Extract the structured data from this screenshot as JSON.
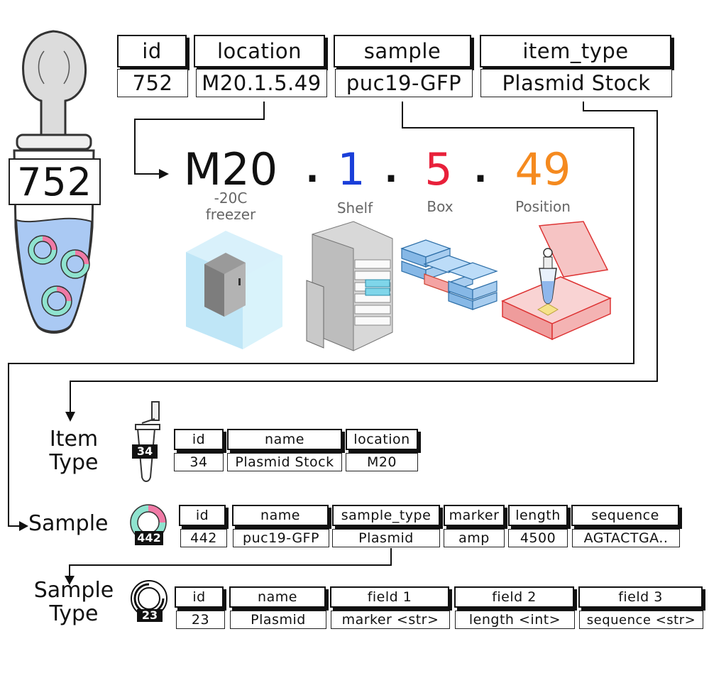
{
  "item_table": {
    "headers": [
      "id",
      "location",
      "sample",
      "item_type"
    ],
    "values": [
      "752",
      "M20.1.5.49",
      "puc19-GFP",
      "Plasmid Stock"
    ]
  },
  "tube_label": "752",
  "location_breakdown": {
    "freezer": {
      "code": "M20",
      "label": "-20C\nfreezer"
    },
    "shelf": {
      "code": "1",
      "label": "Shelf",
      "color": "#1a3fd9"
    },
    "box": {
      "code": "5",
      "label": "Box",
      "color": "#e8203a"
    },
    "position": {
      "code": "49",
      "label": "Position",
      "color": "#f58a1f"
    },
    "separator": "."
  },
  "item_type_section": {
    "title": "Item\nType",
    "icon_number": "34",
    "headers": [
      "id",
      "name",
      "location"
    ],
    "values": [
      "34",
      "Plasmid Stock",
      "M20"
    ]
  },
  "sample_section": {
    "title": "Sample",
    "icon_number": "442",
    "headers": [
      "id",
      "name",
      "sample_type",
      "marker",
      "length",
      "sequence"
    ],
    "values": [
      "442",
      "puc19-GFP",
      "Plasmid",
      "amp",
      "4500",
      "AGTACTGA.."
    ]
  },
  "sample_type_section": {
    "title": "Sample\nType",
    "icon_number": "23",
    "headers": [
      "id",
      "name",
      "field 1",
      "field 2",
      "field 3"
    ],
    "values": [
      "23",
      "Plasmid",
      "marker <str>",
      "length <int>",
      "sequence <str>"
    ]
  },
  "colors": {
    "teal": "#8fe3cf",
    "pink": "#f07aa6",
    "freezer_blue": "#bfe6f7",
    "box_red": "#f6b8b8"
  }
}
